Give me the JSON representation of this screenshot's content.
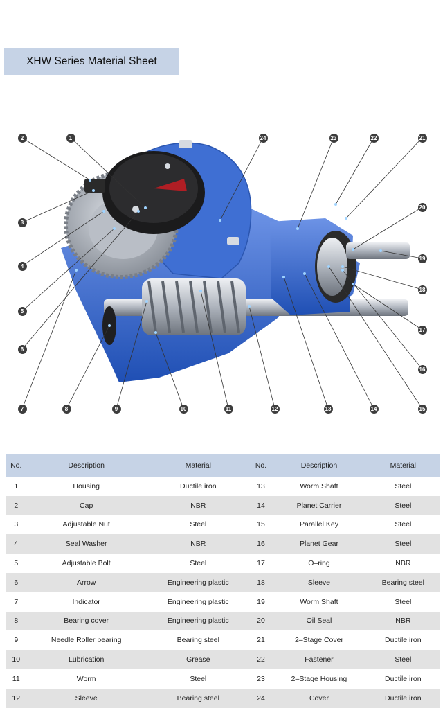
{
  "title": "XHW Series Material Sheet",
  "callouts": [
    "1",
    "2",
    "3",
    "4",
    "5",
    "6",
    "7",
    "8",
    "9",
    "10",
    "11",
    "12",
    "13",
    "14",
    "15",
    "16",
    "17",
    "18",
    "19",
    "20",
    "21",
    "22",
    "23",
    "24"
  ],
  "table": {
    "headers": [
      "No.",
      "Description",
      "Material",
      "No.",
      "Description",
      "Material"
    ],
    "rows": [
      [
        "1",
        "Housing",
        "Ductile iron",
        "13",
        "Worm Shaft",
        "Steel"
      ],
      [
        "2",
        "Cap",
        "NBR",
        "14",
        "Planet Carrier",
        "Steel"
      ],
      [
        "3",
        "Adjustable Nut",
        "Steel",
        "15",
        "Parallel Key",
        "Steel"
      ],
      [
        "4",
        "Seal Washer",
        "NBR",
        "16",
        "Planet Gear",
        "Steel"
      ],
      [
        "5",
        "Adjustable Bolt",
        "Steel",
        "17",
        "O–ring",
        "NBR"
      ],
      [
        "6",
        "Arrow",
        "Engineering plastic",
        "18",
        "Sleeve",
        "Bearing steel"
      ],
      [
        "7",
        "Indicator",
        "Engineering plastic",
        "19",
        "Worm Shaft",
        "Steel"
      ],
      [
        "8",
        "Bearing cover",
        "Engineering plastic",
        "20",
        "Oil Seal",
        "NBR"
      ],
      [
        "9",
        "Needle Roller bearing",
        "Bearing steel",
        "21",
        "2–Stage Cover",
        "Ductile iron"
      ],
      [
        "10",
        "Lubrication",
        "Grease",
        "22",
        "Fastener",
        "Steel"
      ],
      [
        "11",
        "Worm",
        "Steel",
        "23",
        "2–Stage Housing",
        "Ductile iron"
      ],
      [
        "12",
        "Sleeve",
        "Bearing steel",
        "24",
        "Cover",
        "Ductile iron"
      ]
    ]
  },
  "colors": {
    "header_bg": "#c6d3e6",
    "row_alt_bg": "#e2e2e2",
    "housing_blue": "#2f62c8"
  }
}
